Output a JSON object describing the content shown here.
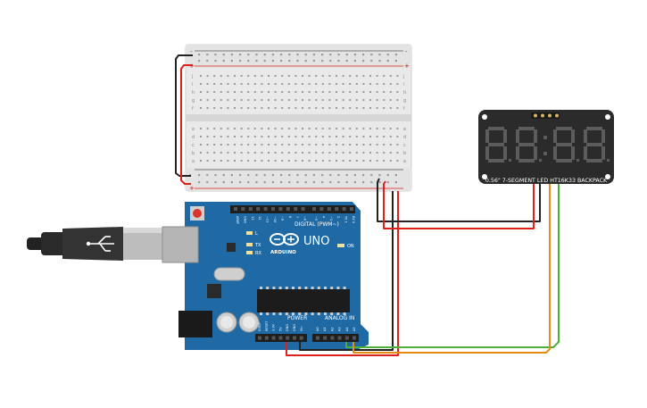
{
  "board": {
    "brand": "ARDUINO",
    "model": "UNO",
    "digital_label": "DIGITAL (PWM~)",
    "power_label": "POWER",
    "analog_label": "ANALOG IN",
    "tx_label": "TX",
    "rx_label": "RX",
    "on_label": "ON",
    "l_label": "L",
    "digital_pins": [
      "AREF",
      "GND",
      "13",
      "12",
      "~11",
      "~10",
      "~9",
      "8",
      "7",
      "~6",
      "~5",
      "4",
      "~3",
      "2",
      "TX 1",
      "RX 0"
    ],
    "power_pins": [
      "IOREF",
      "RESET",
      "3.3V",
      "5V",
      "GND",
      "GND",
      "Vin"
    ],
    "analog_pins": [
      "A0",
      "A1",
      "A2",
      "A3",
      "A4",
      "A5"
    ]
  },
  "display": {
    "label": "0.56\" 7-SEGMENT LED HT16K33 BACKPACK",
    "digits": [
      "8",
      "8",
      "8",
      "8"
    ]
  },
  "breadboard": {
    "row_letters_top": [
      "j",
      "i",
      "h",
      "g",
      "f"
    ],
    "row_letters_bottom": [
      "e",
      "d",
      "c",
      "b",
      "a"
    ],
    "plus": "+",
    "minus": "-"
  },
  "colors": {
    "board": "#1f6aa5",
    "board_dark": "#17527f",
    "wire_red": "#e0201b",
    "wire_black": "#222222",
    "wire_green": "#4caf3a",
    "wire_orange": "#e88a16",
    "display_body": "#2b2b2b",
    "segment": "#5c5c5c"
  },
  "icons": [
    "usb-cable-icon",
    "arduino-infinity-logo"
  ]
}
